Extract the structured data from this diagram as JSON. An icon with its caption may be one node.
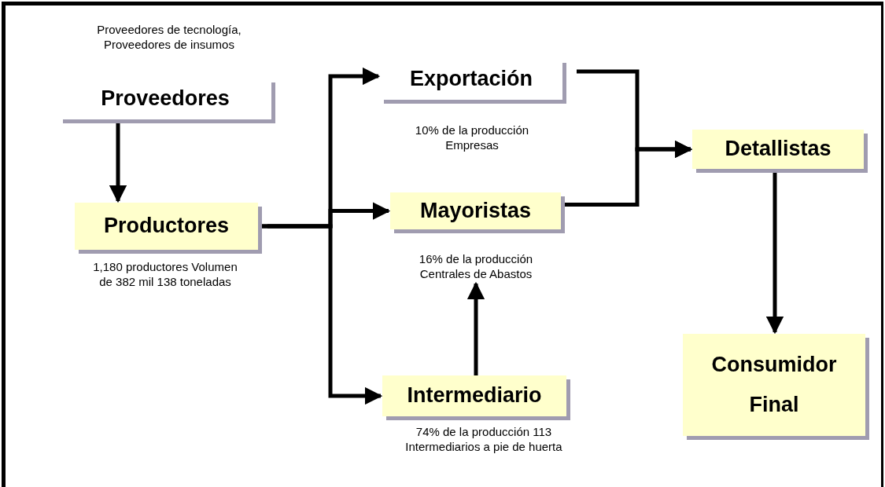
{
  "diagram": {
    "nodes": [
      {
        "text": [
          "Proveedores"
        ],
        "beside": [
          "Proveedores de tecnología, Proveedores de insumos"
        ]
      },
      {
        "text": [
          "Productores"
        ],
        "beside": [
          "1,180 productores Volumen de 382 mil 138 toneladas"
        ]
      },
      {
        "text": [
          "Exportación"
        ],
        "beside": [
          "10% de la producción Empresas"
        ]
      },
      {
        "text": [
          "Mayoristas"
        ],
        "beside": [
          "16% de la producción Centrales de Abastos"
        ]
      },
      {
        "text": [
          "Intermediario"
        ],
        "beside": [
          "74% de la producción 113 Intermediarios a pie de huerta"
        ]
      },
      {
        "text": [
          "Detallistas"
        ]
      },
      {
        "text": [
          "Consumidor Final"
        ]
      }
    ],
    "edges": [
      {
        "from": 0,
        "to": 1,
        "arrow": "to"
      },
      {
        "from": 1,
        "to": 2,
        "arrow": "to"
      },
      {
        "from": 1,
        "to": 3,
        "arrow": "to"
      },
      {
        "from": 1,
        "to": 4,
        "arrow": "to"
      },
      {
        "from": 4,
        "to": 3,
        "arrow": "to"
      },
      {
        "from": 2,
        "to": 5,
        "arrow": "to"
      },
      {
        "from": 3,
        "to": 5,
        "arrow": "to"
      },
      {
        "from": 5,
        "to": 6,
        "arrow": "to"
      }
    ]
  }
}
